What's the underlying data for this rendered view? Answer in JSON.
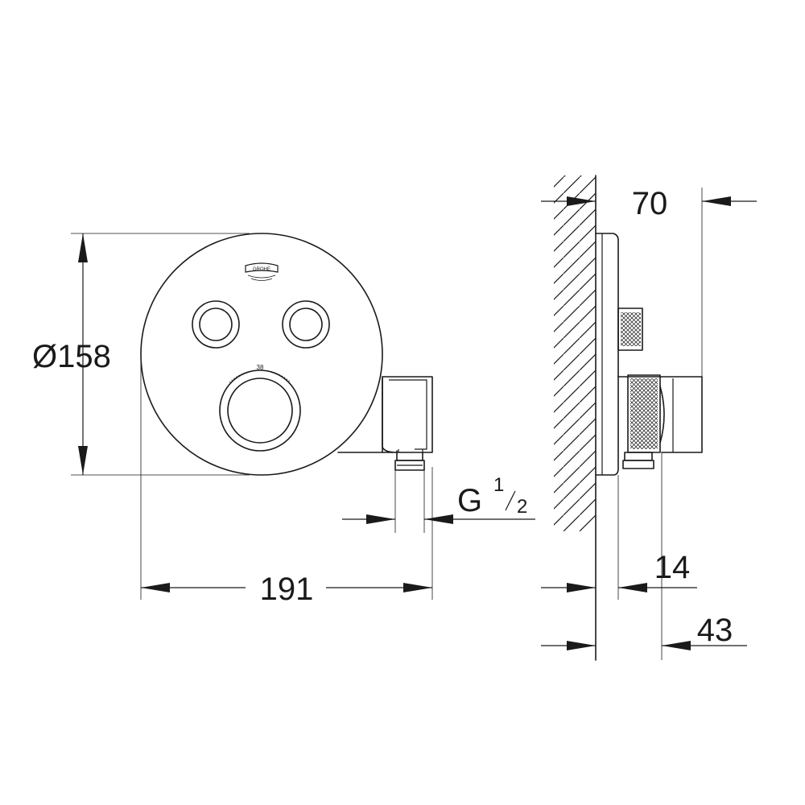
{
  "dimensions": {
    "diameter": "Ø158",
    "width": "191",
    "thread_main": "G",
    "thread_num": "1",
    "thread_den": "2",
    "depth_total": "70",
    "depth_cover": "14",
    "depth_outlet": "43"
  },
  "front_view": {
    "brand_logo": "GROHE",
    "temperature_mark": "38"
  },
  "colors": {
    "line": "#1a1a1a",
    "background": "#ffffff"
  }
}
